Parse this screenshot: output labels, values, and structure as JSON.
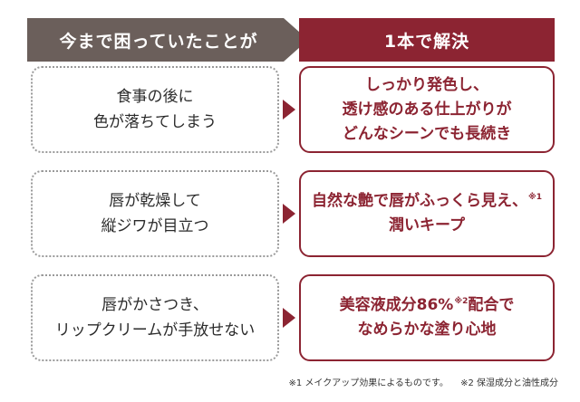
{
  "colors": {
    "header_left_bg": "#6b5f5b",
    "accent": "#8c2432",
    "problem_border": "#9a9a9a"
  },
  "header": {
    "left": "今まで困っていたことが",
    "right": "1本で解決"
  },
  "rows": [
    {
      "problem": [
        "食事の後に",
        "色が落ちてしまう"
      ],
      "solution": [
        "しっかり発色し、",
        "透け感のある仕上がりが",
        "どんなシーンでも長続き"
      ]
    },
    {
      "problem": [
        "唇が乾燥して",
        "縦ジワが目立つ"
      ],
      "solution_line1": "自然な艶で唇がふっくら見え、",
      "solution_line1_note": "※1",
      "solution_line2": "潤いキープ"
    },
    {
      "problem": [
        "唇がかさつき、",
        "リップクリームが手放せない"
      ],
      "solution_line1_pre": "美容液成分86%",
      "solution_line1_note": "※2",
      "solution_line1_post": "配合で",
      "solution_line2": "なめらかな塗り心地"
    }
  ],
  "footnotes": [
    "※1 メイクアップ効果によるものです。",
    "※2 保湿成分と油性成分"
  ]
}
